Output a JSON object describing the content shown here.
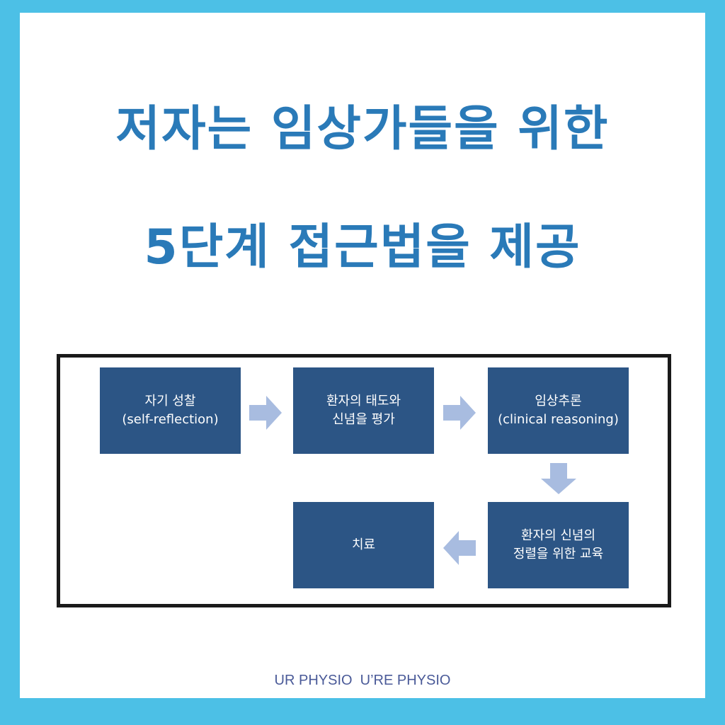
{
  "headline": {
    "line1": "저자는 임상가들을 위한",
    "line2": "5단계 접근법을 제공"
  },
  "steps": [
    {
      "line1": "자기 성찰",
      "line2": "(self-reflection)"
    },
    {
      "line1": "환자의 태도와",
      "line2": "신념을 평가"
    },
    {
      "line1": "임상추론",
      "line2": "(clinical reasoning)"
    },
    {
      "line1": "환자의 신념의",
      "line2": "정렬을 위한 교육"
    },
    {
      "line1": "치료",
      "line2": ""
    }
  ],
  "footer": "UR PHYSIO  U’RE PHYSIO",
  "colors": {
    "background": "#4cc0e6",
    "headline": "#2a7ab8",
    "step_box": "#2c5585",
    "arrow": "#a8bce0",
    "footer": "#4a5a98"
  }
}
